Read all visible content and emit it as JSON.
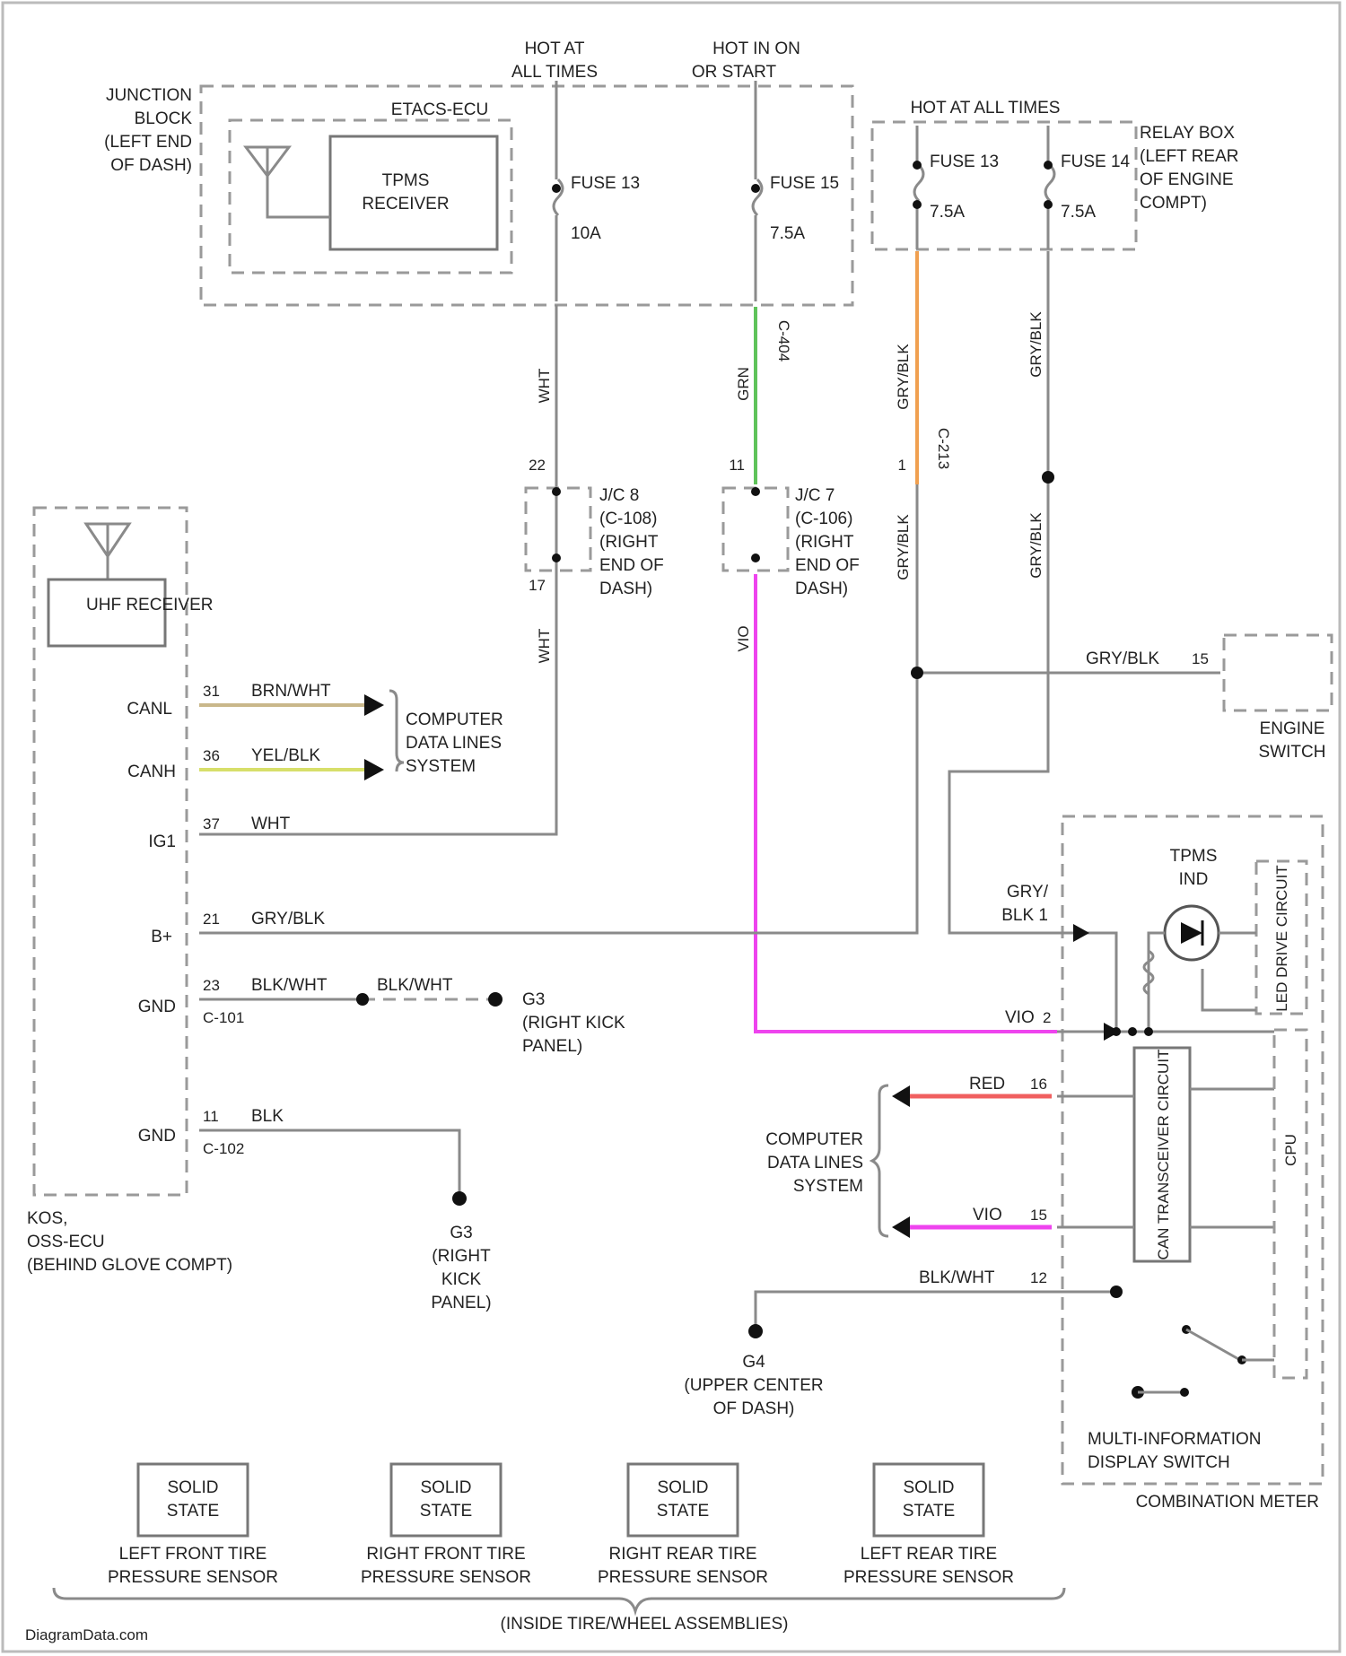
{
  "colors": {
    "wire_default": "#8a8a8a",
    "wire_grn": "#5fc35a",
    "wire_vio": "#ee44ee",
    "wire_red": "#f06060",
    "wire_brn_wht": "#c9b78a",
    "wire_yel_blk": "#d7df6a",
    "wire_gry_blk_orange": "#f0a050"
  },
  "power": {
    "hot_at_all_times_1": [
      "HOT AT",
      "ALL TIMES"
    ],
    "hot_in_on": [
      "HOT IN ON",
      "OR START"
    ],
    "hot_at_all_times_2": "HOT AT ALL TIMES"
  },
  "junction_block": {
    "label": [
      "JUNCTION",
      "BLOCK",
      "(LEFT END",
      "OF DASH)"
    ],
    "etacs": "ETACS-ECU",
    "tpms_receiver": [
      "TPMS",
      "RECEIVER"
    ],
    "fuse13": "FUSE 13",
    "fuse13_amp": "10A",
    "fuse15": "FUSE 15",
    "fuse15_amp": "7.5A"
  },
  "relay_box": {
    "label": [
      "RELAY BOX",
      "(LEFT REAR",
      "OF ENGINE",
      "COMPT)"
    ],
    "fuse13": "FUSE 13",
    "fuse13_amp": "7.5A",
    "fuse14": "FUSE 14",
    "fuse14_amp": "7.5A"
  },
  "wires": {
    "wht": "WHT",
    "grn": "GRN",
    "vio": "VIO",
    "gry_blk": "GRY/BLK",
    "c404": "C-404",
    "c213": "C-213",
    "pin22": "22",
    "pin11": "11",
    "pin17": "17",
    "pin1": "1"
  },
  "jc8": [
    "J/C 8",
    "(C-108)",
    "(RIGHT",
    "END OF",
    "DASH)"
  ],
  "jc7": [
    "J/C 7",
    "(C-106)",
    "(RIGHT",
    "END OF",
    "DASH)"
  ],
  "kos": {
    "uhf": "UHF RECEIVER",
    "label": [
      "KOS,",
      "OSS-ECU",
      "(BEHIND GLOVE COMPT)"
    ],
    "canl": "CANL",
    "canh": "CANH",
    "ig": "IG1",
    "bplus": "B+",
    "gnd1": "GND",
    "gnd2": "GND",
    "p31": "31",
    "p36": "36",
    "p37": "37",
    "p21": "21",
    "p23": "23",
    "p11": "11",
    "c101": "C-101",
    "c102": "C-102",
    "brn_wht": "BRN/WHT",
    "yel_blk": "YEL/BLK",
    "wht": "WHT",
    "gry_blk": "GRY/BLK",
    "blk_wht": "BLK/WHT",
    "blk_wht2": "BLK/WHT",
    "blk": "BLK",
    "cdl": [
      "COMPUTER",
      "DATA LINES",
      "SYSTEM"
    ]
  },
  "grounds": {
    "g3_top": [
      "G3",
      "(RIGHT KICK",
      "PANEL)"
    ],
    "g3_bottom": [
      "G3",
      "(RIGHT",
      "KICK",
      "PANEL)"
    ],
    "g4": [
      "G4",
      "(UPPER CENTER",
      "OF DASH)"
    ]
  },
  "engine_switch": {
    "wire": "GRY/BLK",
    "pin": "15",
    "label": [
      "ENGINE",
      "SWITCH"
    ]
  },
  "meter": {
    "tpms_ind": [
      "TPMS",
      "IND"
    ],
    "led": "LED DRIVE CIRCUIT",
    "can": "CAN TRANSCEIVER CIRCUIT",
    "cpu": "CPU",
    "gry_blk": [
      "GRY/",
      "BLK 1"
    ],
    "vio": "VIO",
    "pin2": "2",
    "red": "RED",
    "pin16": "16",
    "vio2": "VIO",
    "pin15": "15",
    "blk_wht": "BLK/WHT",
    "pin12": "12",
    "cdl": [
      "COMPUTER",
      "DATA LINES",
      "SYSTEM"
    ],
    "mid_switch": [
      "MULTI-INFORMATION",
      "DISPLAY SWITCH"
    ],
    "label": "COMBINATION METER"
  },
  "sensors": [
    {
      "state": [
        "SOLID",
        "STATE"
      ],
      "label": [
        "LEFT FRONT TIRE",
        "PRESSURE SENSOR"
      ]
    },
    {
      "state": [
        "SOLID",
        "STATE"
      ],
      "label": [
        "RIGHT FRONT TIRE",
        "PRESSURE SENSOR"
      ]
    },
    {
      "state": [
        "SOLID",
        "STATE"
      ],
      "label": [
        "RIGHT REAR TIRE",
        "PRESSURE SENSOR"
      ]
    },
    {
      "state": [
        "SOLID",
        "STATE"
      ],
      "label": [
        "LEFT REAR TIRE",
        "PRESSURE SENSOR"
      ]
    }
  ],
  "sensors_note": "(INSIDE TIRE/WHEEL ASSEMBLIES)",
  "watermark": "DiagramData.com"
}
